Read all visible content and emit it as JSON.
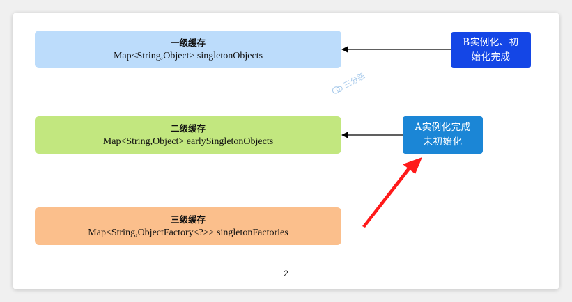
{
  "level1": {
    "title": "一级缓存",
    "field": "Map<String,Object> singletonObjects"
  },
  "level2": {
    "title": "二级缓存",
    "field": "Map<String,Object> earlySingletonObjects"
  },
  "level3": {
    "title": "三级缓存",
    "field": "Map<String,ObjectFactory<?>> singletonFactories"
  },
  "tag_b": {
    "line1": "B实例化、初",
    "line2": "始化完成"
  },
  "tag_a": {
    "line1": "A实例化完成",
    "line2": "未初始化"
  },
  "watermark": {
    "text": "三分恶",
    "icon": "chat-bubble-icon"
  },
  "page_number": "2",
  "colors": {
    "level1_bg": "#bcdcfb",
    "level2_bg": "#c2e77f",
    "level3_bg": "#fbbf8c",
    "tag_b_bg": "#1446e6",
    "tag_a_bg": "#1b86d6",
    "red_arrow": "#ff1a1a"
  }
}
